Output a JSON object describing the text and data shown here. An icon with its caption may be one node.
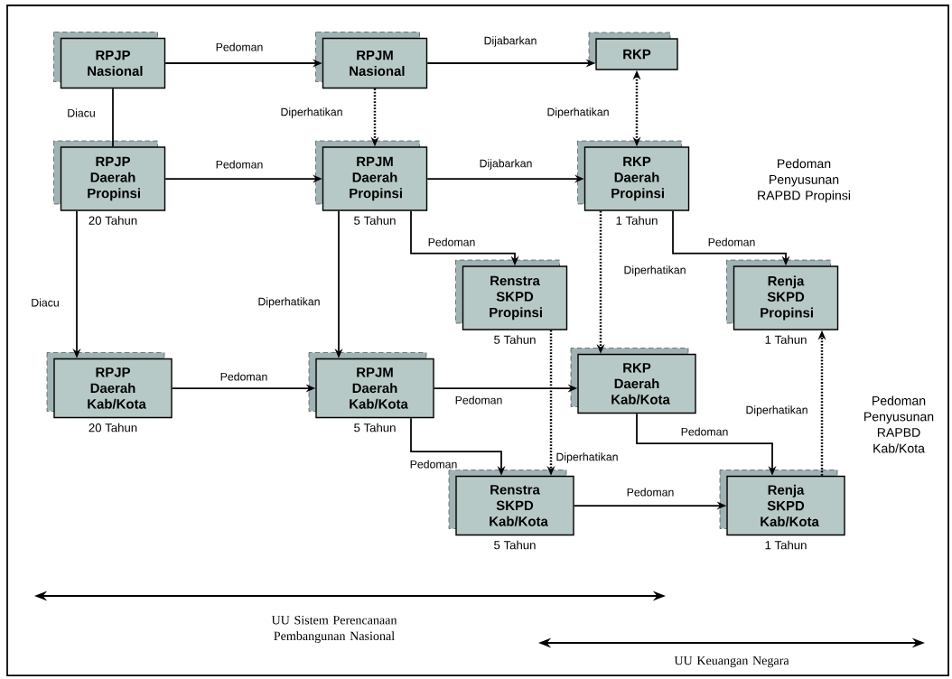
{
  "diagram": {
    "nodes": [
      {
        "text": [
          "RPJP Nasional"
        ]
      },
      {
        "text": [
          "RPJM Nasional"
        ]
      },
      {
        "text": [
          "RKP"
        ]
      },
      {
        "text": [
          "RPJP Daerah Propinsi"
        ],
        "beside": [
          "20 Tahun"
        ]
      },
      {
        "text": [
          "RPJM Daerah Propinsi"
        ],
        "beside": [
          "5 Tahun"
        ]
      },
      {
        "text": [
          "RKP Daerah Propinsi"
        ],
        "beside": [
          "1 Tahun"
        ]
      },
      {
        "text": [
          "Renstra SKPD Propinsi"
        ],
        "beside": [
          "5 Tahun"
        ]
      },
      {
        "text": [
          "Renja SKPD Propinsi"
        ],
        "beside": [
          "1 Tahun"
        ]
      },
      {
        "text": [
          "RPJP Daerah Kab/Kota"
        ],
        "beside": [
          "20 Tahun"
        ]
      },
      {
        "text": [
          "RPJM Daerah Kab/Kota"
        ],
        "beside": [
          "5 Tahun"
        ]
      },
      {
        "text": [
          "RKP Daerah Kab/Kota"
        ]
      },
      {
        "text": [
          "Renstra SKPD Kab/Kota"
        ],
        "beside": [
          "5 Tahun"
        ]
      },
      {
        "text": [
          "Renja SKPD Kab/Kota"
        ],
        "beside": [
          "1 Tahun"
        ]
      }
    ],
    "edges": [
      {
        "from": 0,
        "to": 1,
        "arrow": "to",
        "label": "Pedoman"
      },
      {
        "from": 1,
        "to": 2,
        "arrow": "to",
        "label": "Dijabarkan"
      },
      {
        "from": 0,
        "to": 3,
        "arrow": "none",
        "label": "Diacu"
      },
      {
        "from": 1,
        "to": 4,
        "arrow": "to",
        "label": "Diperhatikan",
        "style": "dashed"
      },
      {
        "from": 3,
        "to": 4,
        "arrow": "to",
        "label": "Pedoman"
      },
      {
        "from": 4,
        "to": 5,
        "arrow": "to",
        "label": "Dijabarkan"
      },
      {
        "from": 2,
        "to": 5,
        "arrow": "both",
        "label": "Diperhatikan",
        "style": "dashed"
      },
      {
        "from": 4,
        "to": 6,
        "arrow": "to",
        "label": "Pedoman"
      },
      {
        "from": 5,
        "to": 7,
        "arrow": "to",
        "label": "Pedoman"
      },
      {
        "from": 3,
        "to": 8,
        "arrow": "to",
        "label": "Diacu"
      },
      {
        "from": 4,
        "to": 9,
        "arrow": "to",
        "label": "Diperhatikan"
      },
      {
        "from": 8,
        "to": 9,
        "arrow": "to",
        "label": "Pedoman"
      },
      {
        "from": 5,
        "to": 10,
        "arrow": "to",
        "label": "Diperhatikan",
        "style": "dashed"
      },
      {
        "from": 9,
        "to": 10,
        "arrow": "to",
        "label": "Pedoman"
      },
      {
        "from": 6,
        "to": 11,
        "arrow": "to",
        "label": "Diperhatikan",
        "style": "dashed"
      },
      {
        "from": 9,
        "to": 11,
        "arrow": "to",
        "label": "Pedoman"
      },
      {
        "from": 10,
        "to": 12,
        "arrow": "to",
        "label": "Pedoman"
      },
      {
        "from": 11,
        "to": 12,
        "arrow": "to",
        "label": "Pedoman"
      },
      {
        "from": 12,
        "to": 7,
        "arrow": "to",
        "label": "Diperhatikan",
        "style": "dashed"
      }
    ],
    "labels": [
      "Pedoman Penyusunan RAPBD Propinsi",
      "Pedoman Penyusunan RAPBD Kab/Kota",
      "UU Sistem Perencanaan Pembangunan Nasional",
      "UU Keuangan Negara"
    ]
  }
}
